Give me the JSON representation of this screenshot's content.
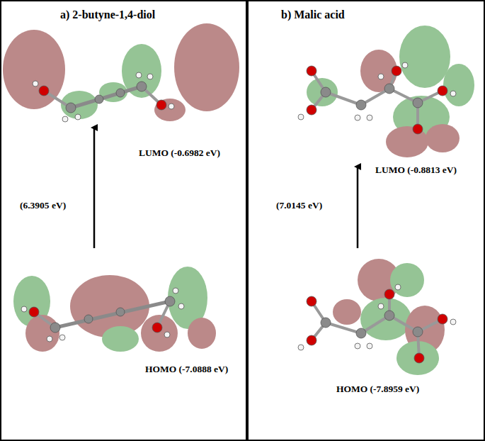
{
  "diagram": {
    "nodes": [
      {
        "text": [
          "a) 2-butyne-1,4-diol"
        ]
      },
      {
        "text": [
          "b) Malic acid"
        ]
      }
    ],
    "labels": [
      "LUMO (-0.6982 eV)",
      "(6.3905 eV)",
      "HOMO (-7.0888 eV)",
      "LUMO (-0.8813 eV)",
      "(7.0145 eV)",
      "HOMO (-7.8959 eV)"
    ]
  }
}
